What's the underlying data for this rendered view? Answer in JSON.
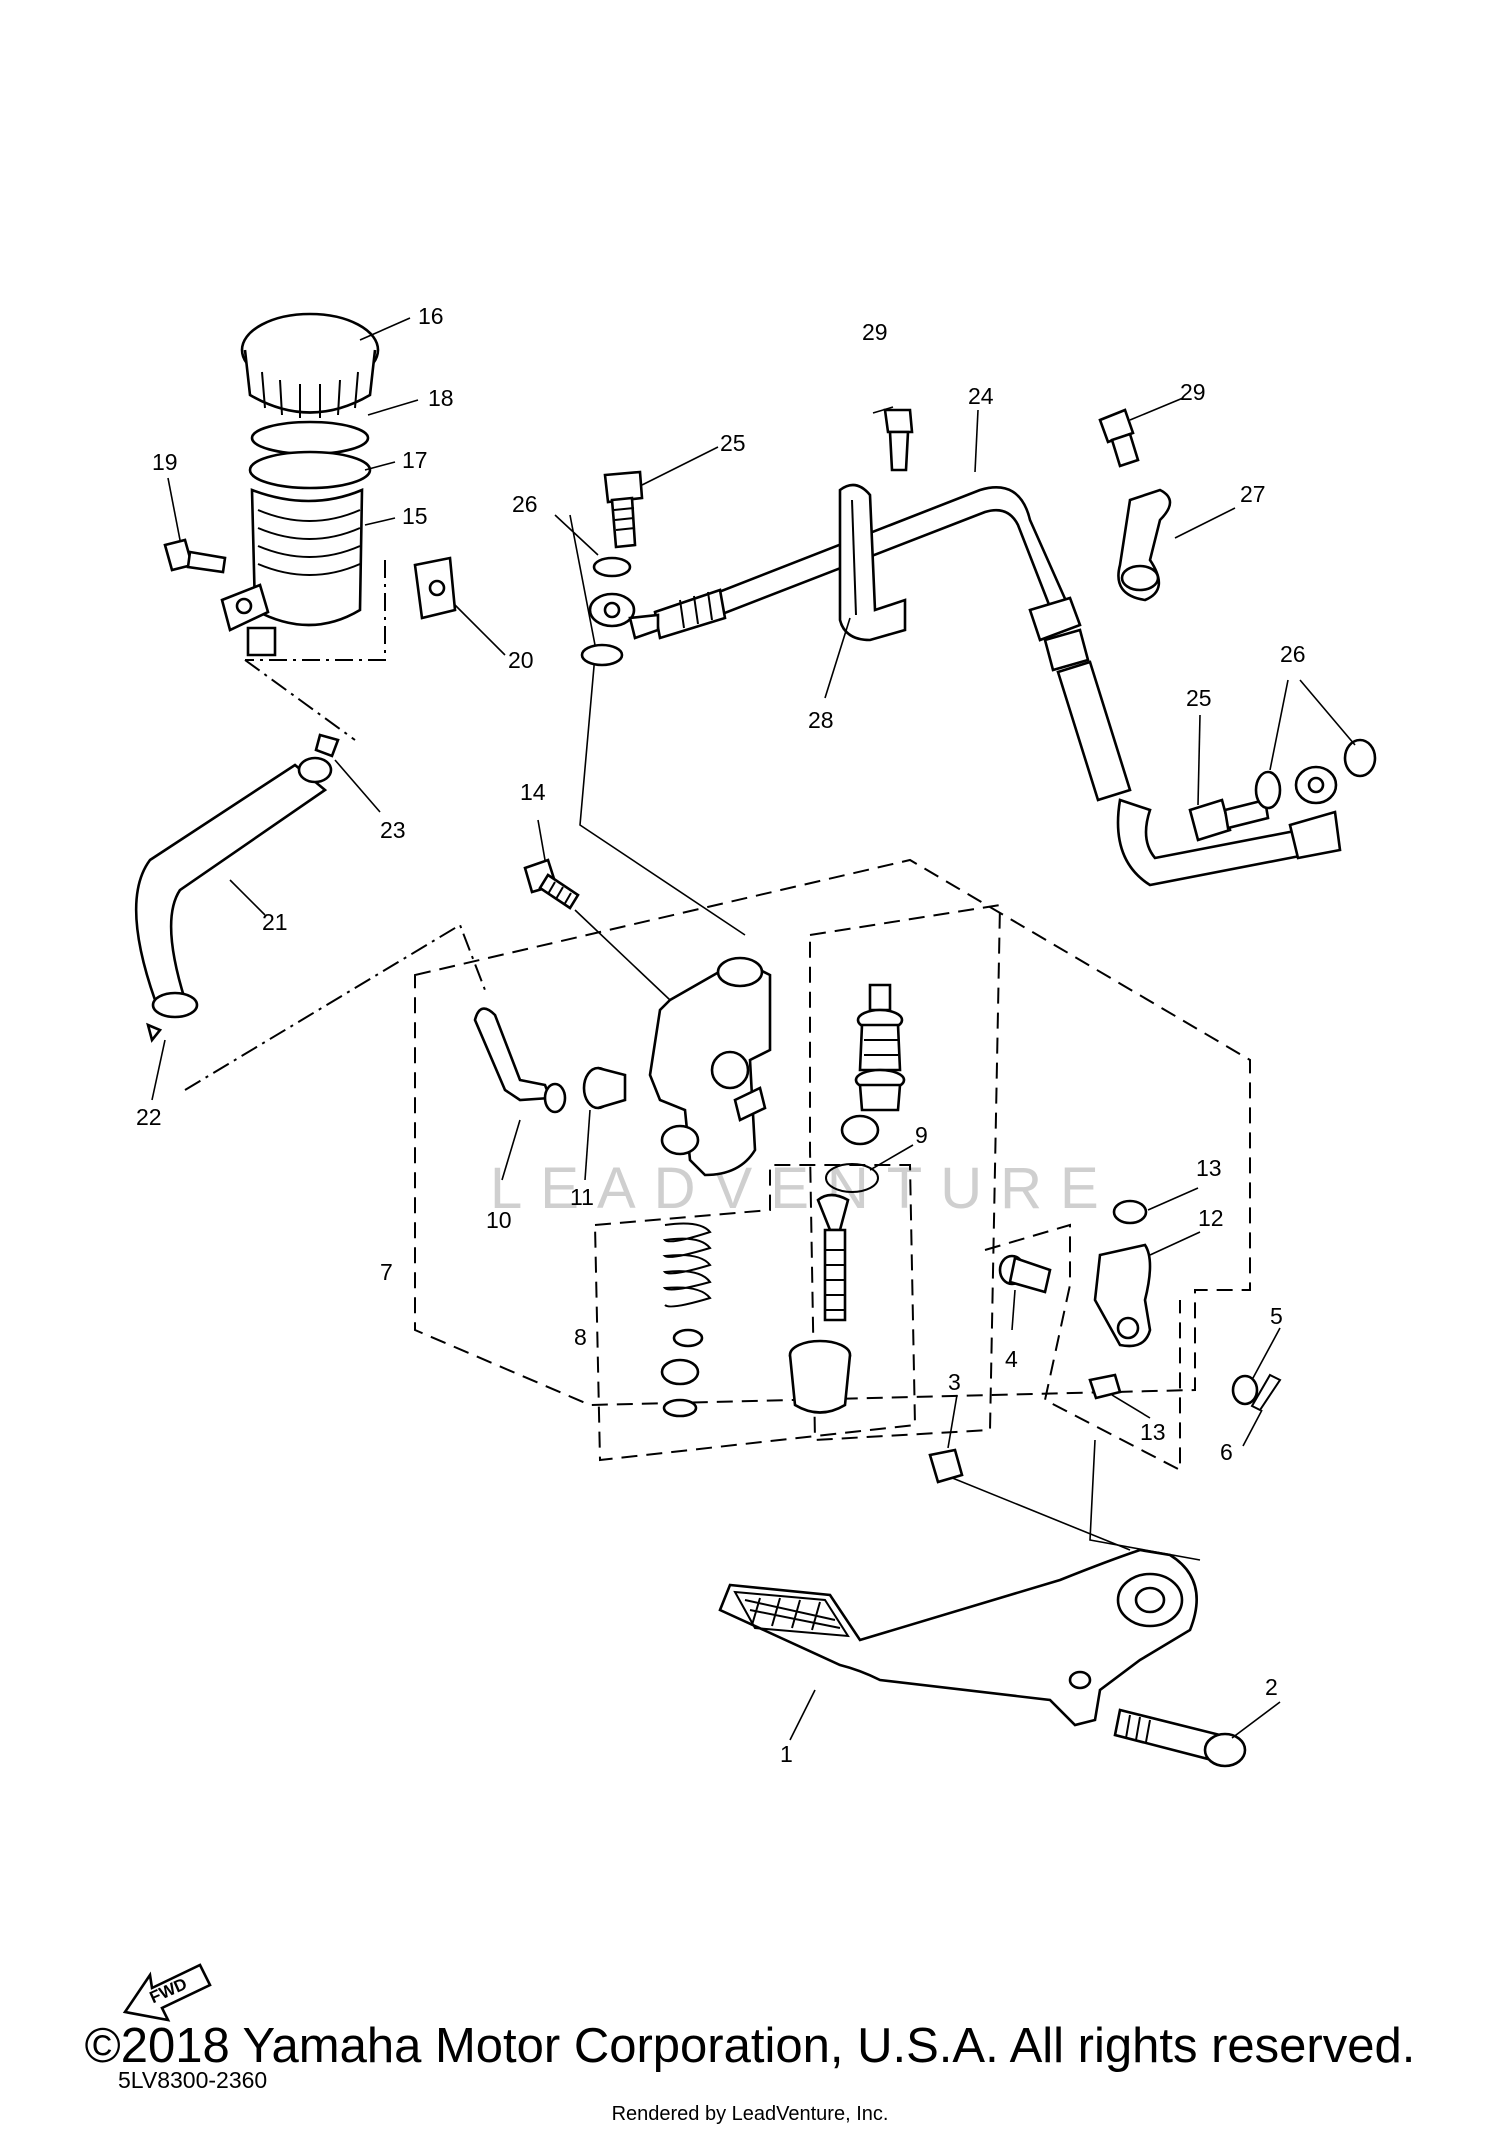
{
  "watermark_text": "LEADVENTURE",
  "diagram_code": "5LV8300-2360",
  "fwd_label": "FWD",
  "copyright": "©2018 Yamaha Motor Corporation, U.S.A. All rights reserved.",
  "rendered_by": "Rendered by LeadVenture, Inc.",
  "callouts": {
    "c1": "1",
    "c2": "2",
    "c3": "3",
    "c4": "4",
    "c5": "5",
    "c6": "6",
    "c7": "7",
    "c8": "8",
    "c9": "9",
    "c10": "10",
    "c11": "11",
    "c12": "12",
    "c13a": "13",
    "c13b": "13",
    "c14": "14",
    "c15": "15",
    "c16": "16",
    "c17": "17",
    "c18": "18",
    "c19": "19",
    "c20": "20",
    "c21": "21",
    "c22": "22",
    "c23": "23",
    "c24": "24",
    "c25a": "25",
    "c25b": "25",
    "c26a": "26",
    "c26b": "26",
    "c27": "27",
    "c28": "28",
    "c29a": "29",
    "c29b": "29"
  }
}
